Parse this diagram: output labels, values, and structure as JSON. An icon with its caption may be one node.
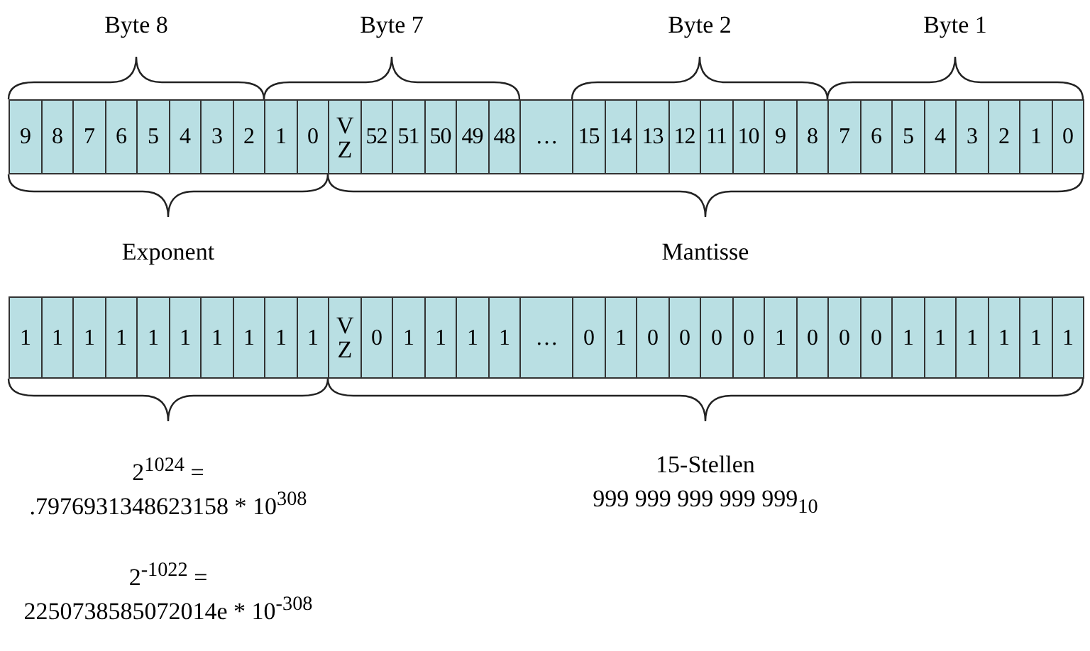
{
  "diagram": {
    "labels": [
      "Byte 8",
      "Byte 7",
      "Byte 2",
      "Byte 1",
      "9",
      "8",
      "7",
      "6",
      "5",
      "4",
      "3",
      "2",
      "1",
      "0",
      "V Z",
      "52",
      "51",
      "50",
      "49",
      "48",
      "…",
      "15",
      "14",
      "13",
      "12",
      "11",
      "10",
      "9",
      "8",
      "7",
      "6",
      "5",
      "4",
      "3",
      "2",
      "1",
      "0",
      "Exponent",
      "Mantisse",
      "1",
      "1",
      "1",
      "1",
      "1",
      "1",
      "1",
      "1",
      "1",
      "1",
      "V Z",
      "0",
      "1",
      "1",
      "1",
      "1",
      "…",
      "0",
      "1",
      "0",
      "0",
      "0",
      "0",
      "1",
      "0",
      "0",
      "0",
      "1",
      "1",
      "1",
      "1",
      "1",
      "1",
      "2$^{1024}$ =",
      "15-Stellen",
      ".7976931348623158 * 10$^{308}$",
      "999 999 999 999 999$_{10}$",
      "2$^{-1022}$ =",
      "2250738585072014e * 10$^{-308}$"
    ]
  }
}
